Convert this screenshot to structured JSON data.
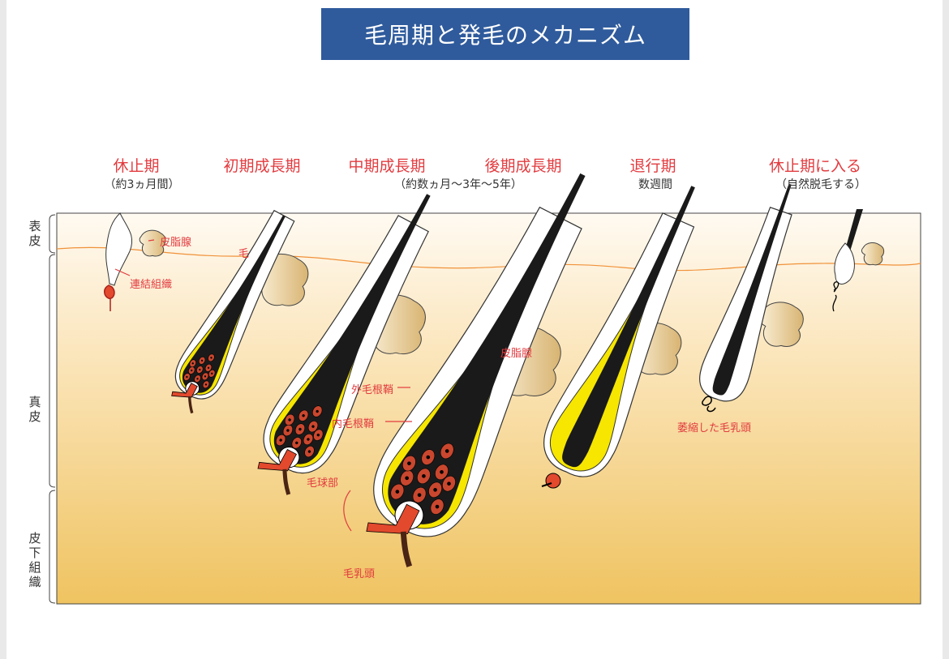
{
  "title": "毛周期と発毛のメカニズム",
  "stages": [
    {
      "name": "休止期",
      "duration": "（約3ヵ月間）"
    },
    {
      "name": "初期成長期"
    },
    {
      "name": "中期成長期",
      "duration": "（約数ヵ月〜3年〜5年）"
    },
    {
      "name": "後期成長期"
    },
    {
      "name": "退行期",
      "duration": "数週間"
    },
    {
      "name": "休止期に入る",
      "duration": "（自然脱毛する）"
    }
  ],
  "layers": {
    "epidermis": "表皮",
    "dermis": "真皮",
    "subcutaneous": "皮下組織"
  },
  "labels": {
    "sebaceous_gland_1": "皮脂腺",
    "connective_tissue": "連結組織",
    "hair": "毛",
    "sebaceous_gland_2": "皮脂腺",
    "outer_root_sheath": "外毛根鞘",
    "inner_root_sheath": "内毛根鞘",
    "hair_bulb": "毛球部",
    "dermal_papilla": "毛乳頭",
    "atrophied_papilla": "萎縮した毛乳頭"
  },
  "colors": {
    "title_bg": "#2f5b9c",
    "label_red": "#e23b3f",
    "skin_top": "#fffaf0",
    "skin_bottom": "#f0c463",
    "sheath_yellow": "#f6e600",
    "cell_red": "#c9472e"
  }
}
